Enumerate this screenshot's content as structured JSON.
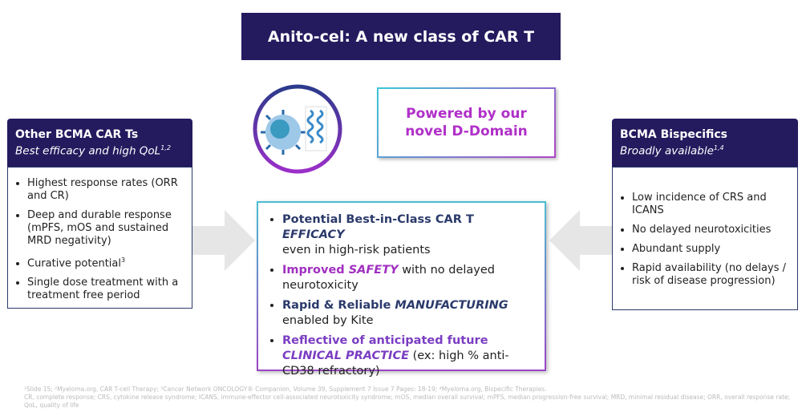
{
  "title": "Anito-cel: A new class of CAR T",
  "powered": {
    "line1": "Powered by our",
    "line2": "novel D-Domain"
  },
  "left": {
    "title": "Other BCMA CAR Ts",
    "subtitle": "Best efficacy and high QoL",
    "subtitle_sup": "1,2",
    "items": [
      "Highest response rates (ORR and CR)",
      "Deep and durable response (mPFS, mOS and sustained MRD negativity)",
      "Curative potential",
      "Single dose treatment with a treatment free period"
    ],
    "item3_sup": "3"
  },
  "right": {
    "title": "BCMA Bispecifics",
    "subtitle": "Broadly available",
    "subtitle_sup": "1,4",
    "items": [
      "Low incidence of CRS and ICANS",
      "No delayed neurotoxicities",
      "Abundant supply",
      "Rapid availability (no delays / risk of disease progression)"
    ]
  },
  "center": {
    "i1a": "Potential Best-in-Class CAR T ",
    "i1b": "EFFICACY",
    "i1c": "even in high-risk patients",
    "i2a": "Improved ",
    "i2b": "SAFETY",
    "i2c": " with no delayed neurotoxicity",
    "i3a": "Rapid & Reliable ",
    "i3b": "MANUFACTURING",
    "i3c": "enabled by Kite",
    "i4a": "Reflective of anticipated future ",
    "i4b": "CLINICAL PRACTICE",
    "i4c": " (ex: high % anti-CD38 refractory)"
  },
  "footnotes": {
    "line1": "¹Slide 15; ²Myeloma.org, CAR T-cell Therapy; ³Cancer Network ONCOLOGY® Companion, Volume 39, Supplement 7 Issue 7 Pages: 18-19; ⁴Myeloma.org, Bispecific Therapies.",
    "line2": "CR, complete response; CRS, cytokine release syndrome; ICANS, immune-effector cell-associated neurotoxicity syndrome; mOS, median overall survival; mPFS, median progression-free survival; MRD, minimal residual disease; ORR, overall response rate; QoL, quality of life"
  }
}
